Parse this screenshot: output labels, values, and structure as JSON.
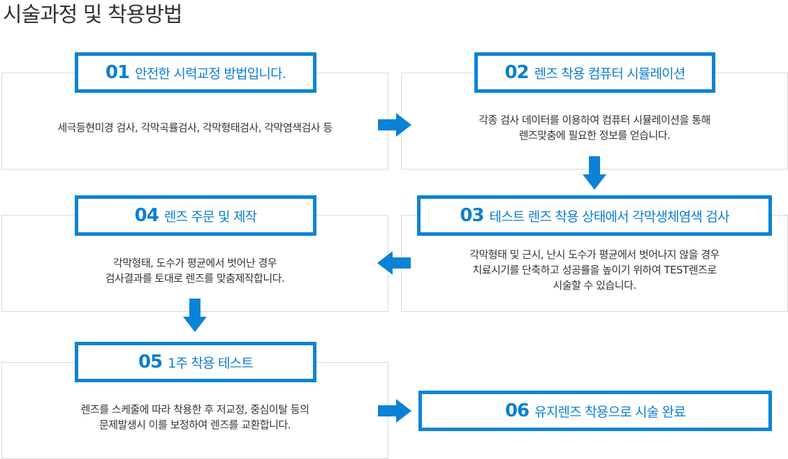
{
  "title": "시술과정 및 착용방법",
  "colors": {
    "accent": "#0a83d6",
    "border": "#d9d9d9",
    "text": "#333333"
  },
  "steps": [
    {
      "num": "01",
      "label": "안전한 시력교정 방법입니다.",
      "desc": [
        "세극등현미경 검사, 각막곡률검사, 각막형태검사, 각막염색검사 등"
      ]
    },
    {
      "num": "02",
      "label": "렌즈 착용 컴퓨터 시뮬레이션",
      "desc": [
        "각종 검사 데이터를 이용하여 컴퓨터 시뮬레이션을 통해",
        "렌즈맞춤에 필요한 정보를 얻습니다."
      ]
    },
    {
      "num": "03",
      "label": "테스트 렌즈 착용 상태에서 각막생체염색 검사",
      "desc": [
        "각막형태 및 근시, 난시 도수가 평균에서 벗어나지 않을 경우",
        "치료시기를 단축하고 성공률을 높이기 위하여 TEST렌즈로",
        "시술할 수 있습니다."
      ]
    },
    {
      "num": "04",
      "label": "렌즈 주문 및 제작",
      "desc": [
        "각막형태, 도수가 평균에서 벗어난 경우",
        "검사결과를 토대로 렌즈를 맞춤제작합니다."
      ]
    },
    {
      "num": "05",
      "label": "1주 착용 테스트",
      "desc": [
        "렌즈를 스케줄에 따라 착용한 후 저교정, 중심이탈 등의",
        "문제발생시 이를 보정하여 렌즈를 교환합니다."
      ]
    },
    {
      "num": "06",
      "label": "유지렌즈 착용으로 시술 완료"
    }
  ]
}
